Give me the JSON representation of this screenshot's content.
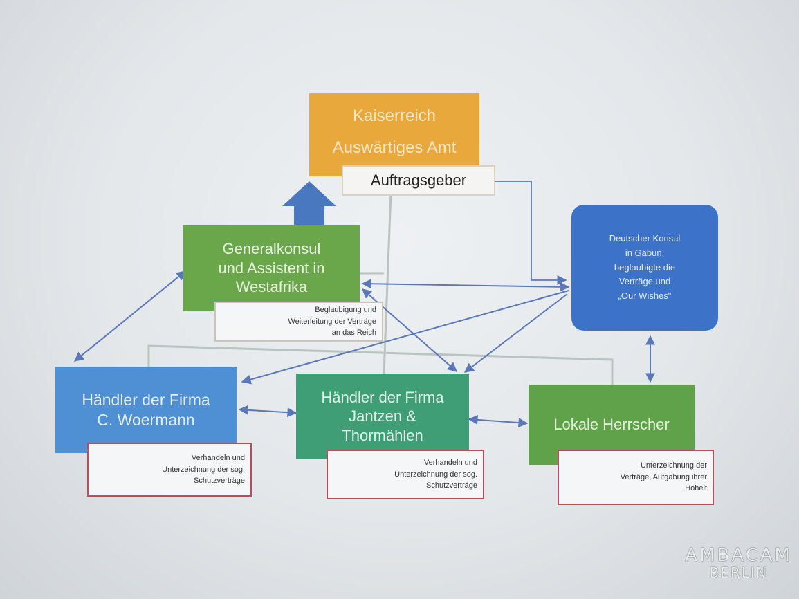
{
  "diagram": {
    "top": {
      "line1": "Kaiserreich",
      "line2": "Auswärtiges Amt"
    },
    "auftraggeber": "Auftragsgeber",
    "generalkonsul": "Generalkonsul\nund Assistent in\nWestafrika",
    "generalkonsul_note": "Beglaubigung und\nWeiterleitung der Verträge\nan das Reich",
    "konsul": "Deutscher Konsul\nin Gabun,\nbeglaubigte die\nVerträge und\n„Our Wishes\"",
    "woermann": "Händler der Firma\nC. Woermann",
    "woermann_note": "Verhandeln und\nUnterzeichnung der sog.\nSchutzverträge",
    "jantzen": "Händler der Firma\nJantzen &\nThormählen",
    "jantzen_note": "Verhandeln und\nUnterzeichnung der sog.\nSchutzverträge",
    "herrscher": "Lokale Herrscher",
    "herrscher_note": "Unterzeichnung der\nVerträge, Aufgabung ihrer\nHoheit"
  },
  "watermark": {
    "line1": "AMBACAM",
    "line2": "BERLIN"
  },
  "colors": {
    "orange": "#e9a83c",
    "green": "#6aa74a",
    "blue": "#4f8fd3",
    "teal": "#3f9e76",
    "konsul_blue": "#3c73c8",
    "arrow": "#5a78b8",
    "connector": "#b9c3c0"
  }
}
